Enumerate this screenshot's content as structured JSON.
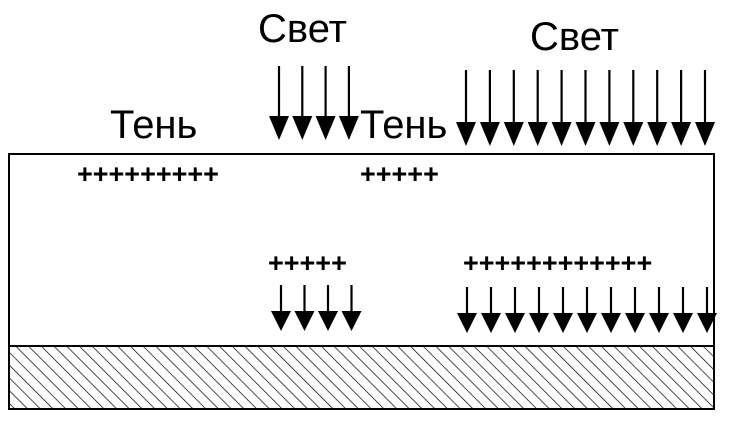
{
  "labels": {
    "light_left": "Свет",
    "light_right": "Свет",
    "shadow_left": "Тень",
    "shadow_right": "Тень"
  },
  "charges": {
    "top_left": "+++++++++",
    "top_middle": "+++++",
    "bottom_left": "+++++",
    "bottom_right": "++++++++++++"
  }
}
